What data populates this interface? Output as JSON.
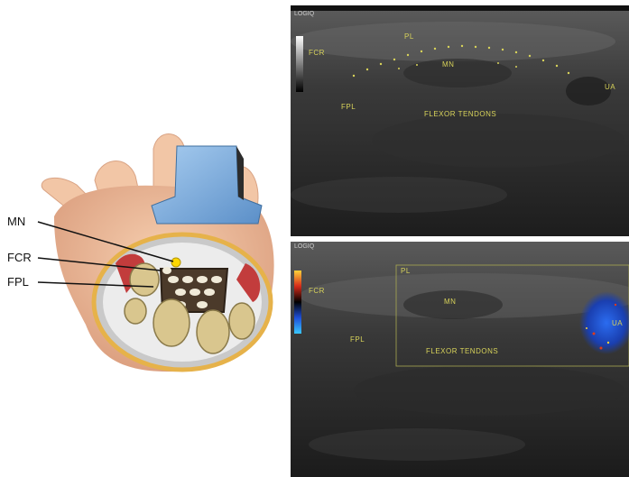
{
  "illustration": {
    "labels": {
      "mn": "MN",
      "fcr": "FCR",
      "fpl": "FPL"
    }
  },
  "ultrasound_top": {
    "logo": "LOGIQ",
    "labels": {
      "pl": "PL",
      "mn": "MN",
      "fcr": "FCR",
      "fpl": "FPL",
      "ua": "UA",
      "flexor_tendons": "FLEXOR TENDONS"
    }
  },
  "ultrasound_bottom": {
    "logo": "LOGIQ",
    "labels": {
      "pl": "PL",
      "mn": "MN",
      "fcr": "FCR",
      "fpl": "FPL",
      "ua": "UA",
      "flexor_tendons": "FLEXOR TENDONS"
    }
  },
  "colors": {
    "annotation": "#d8d35a",
    "probe": "#7fb0e0",
    "fat": "#e8c84a",
    "tendon": "#f0ead8"
  }
}
